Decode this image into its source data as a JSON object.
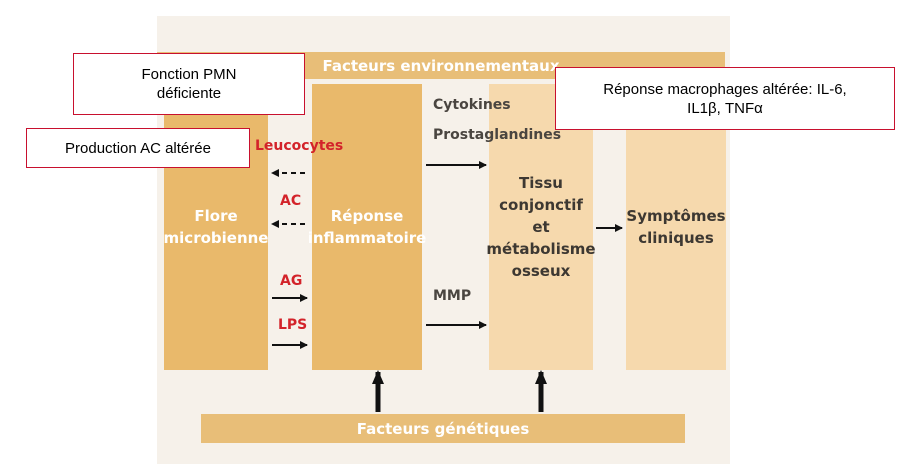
{
  "bands": {
    "top": "Facteurs environnementaux",
    "bottom": "Facteurs génétiques"
  },
  "columns": {
    "flore": "Flore\nmicrobienne",
    "reponse": "Réponse\ninflammatoire",
    "tissu": "Tissu\nconjonctif\net\nmétabolisme\nosseux",
    "symptomes": "Symptômes\ncliniques"
  },
  "arrow_labels": {
    "leucocytes": "Leucocytes",
    "ac": "AC",
    "ag": "AG",
    "lps": "LPS",
    "cytokines": "Cytokines",
    "prostaglandines": "Prostaglandines",
    "mmp": "MMP"
  },
  "annotations": {
    "pmn": "Fonction PMN\ndéficiente",
    "production_ac": "Production AC altérée",
    "macrophages": "Réponse macrophages altérée: IL-6,\nIL1β, TNFα"
  },
  "colors": {
    "band": "#e8be78",
    "column_dark": "#e9b96b",
    "column_light": "#f6d9ad",
    "label_red": "#d3232a",
    "annotation_border": "#c8102e"
  }
}
